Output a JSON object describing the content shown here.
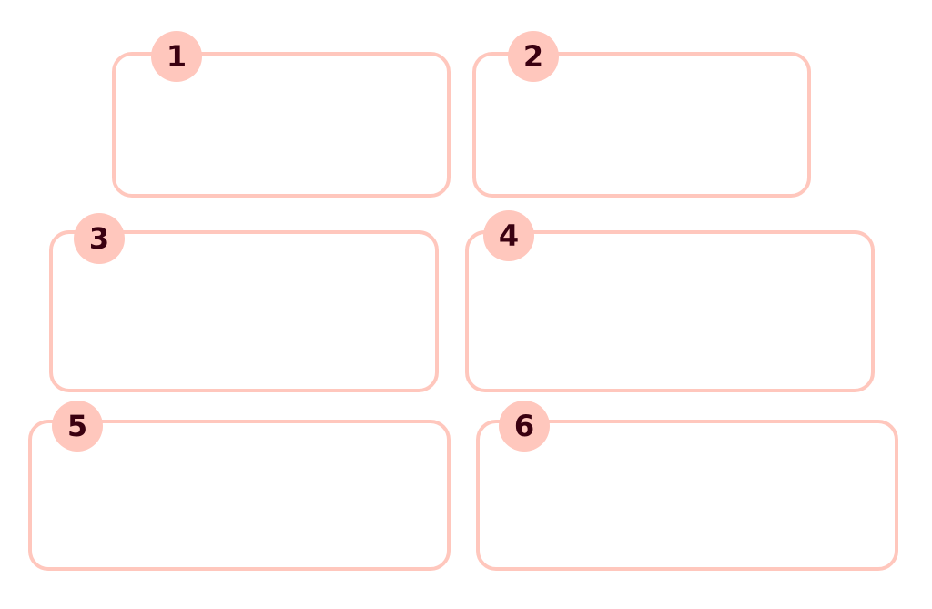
{
  "colors": {
    "box_border": "#ffc7bd",
    "badge_fill": "#ffc7bd",
    "badge_text": "#3a0010",
    "background": "#ffffff"
  },
  "steps": [
    {
      "number": "1"
    },
    {
      "number": "2"
    },
    {
      "number": "3"
    },
    {
      "number": "4"
    },
    {
      "number": "5"
    },
    {
      "number": "6"
    }
  ]
}
